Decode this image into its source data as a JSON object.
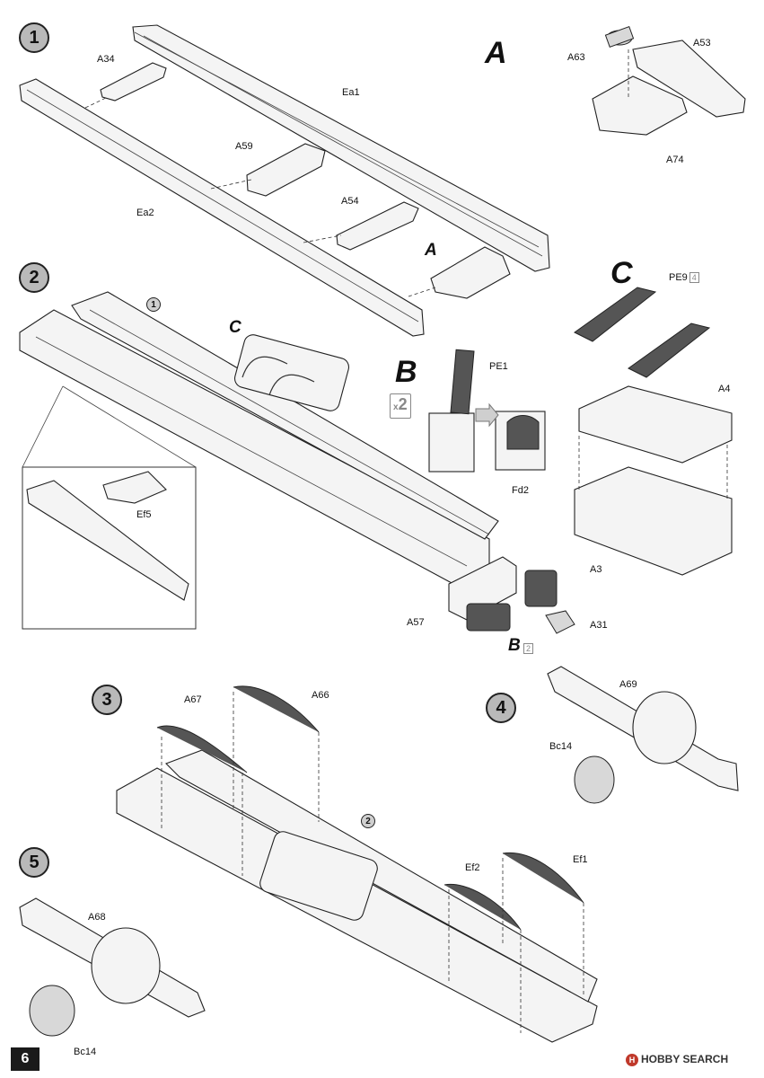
{
  "page": {
    "number": "6"
  },
  "watermark": {
    "text": "HOBBY SEARCH",
    "logo_text": "H"
  },
  "steps": [
    {
      "id": "1",
      "labels": [
        "A34",
        "Ea1",
        "A59",
        "Ea2",
        "A54"
      ],
      "subassembly": "A"
    },
    {
      "id": "2",
      "labels": [
        "Ef5",
        "A57",
        "A31"
      ],
      "ref_step": "1",
      "subassemblies": [
        "C",
        "B"
      ]
    },
    {
      "id": "3",
      "labels": [
        "A67",
        "A66",
        "Ef2",
        "Ef1"
      ],
      "ref_step": "2"
    },
    {
      "id": "4",
      "labels": [
        "A69",
        "Bc14"
      ]
    },
    {
      "id": "5",
      "labels": [
        "A68",
        "Bc14"
      ]
    }
  ],
  "subassembly_A": {
    "letter": "A",
    "labels": [
      "A63",
      "A53",
      "A74"
    ]
  },
  "subassembly_B": {
    "letter": "B",
    "quantity": "2",
    "quantity_prefix": "x",
    "labels": [
      "PE1",
      "Fd2"
    ]
  },
  "subassembly_C": {
    "letter": "C",
    "labels": [
      "PE9",
      "A4",
      "A3"
    ],
    "pe9_quantity": "4"
  },
  "callouts": {
    "step2_A_ref": "A",
    "step2_C_ref": "C",
    "step2_B_ref": "B",
    "step2_B_qty": "2"
  }
}
